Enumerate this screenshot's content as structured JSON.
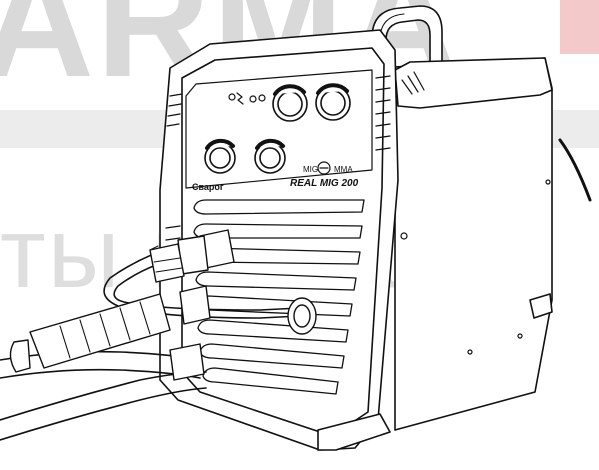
{
  "watermark": {
    "top_text": "ARMA",
    "bottom_text": "ты в сварк"
  },
  "machine": {
    "brand": "Сварог",
    "model": "REAL MIG 200",
    "switch_left_label": "MIG",
    "switch_right_label": "MMA"
  }
}
